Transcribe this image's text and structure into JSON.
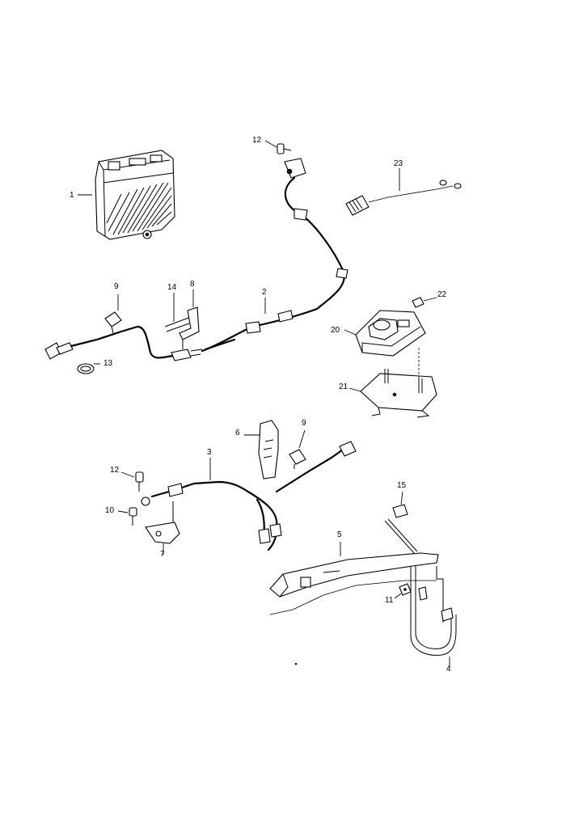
{
  "callouts": {
    "c1": "1",
    "c2": "2",
    "c3": "3",
    "c4": "4",
    "c5": "5",
    "c6": "6",
    "c7": "7",
    "c8": "8",
    "c9a": "9",
    "c9b": "9",
    "c10": "10",
    "c11": "11",
    "c12a": "12",
    "c12b": "12",
    "c13": "13",
    "c14": "14",
    "c15": "15",
    "c20": "20",
    "c21": "21",
    "c22": "22",
    "c23": "23"
  }
}
